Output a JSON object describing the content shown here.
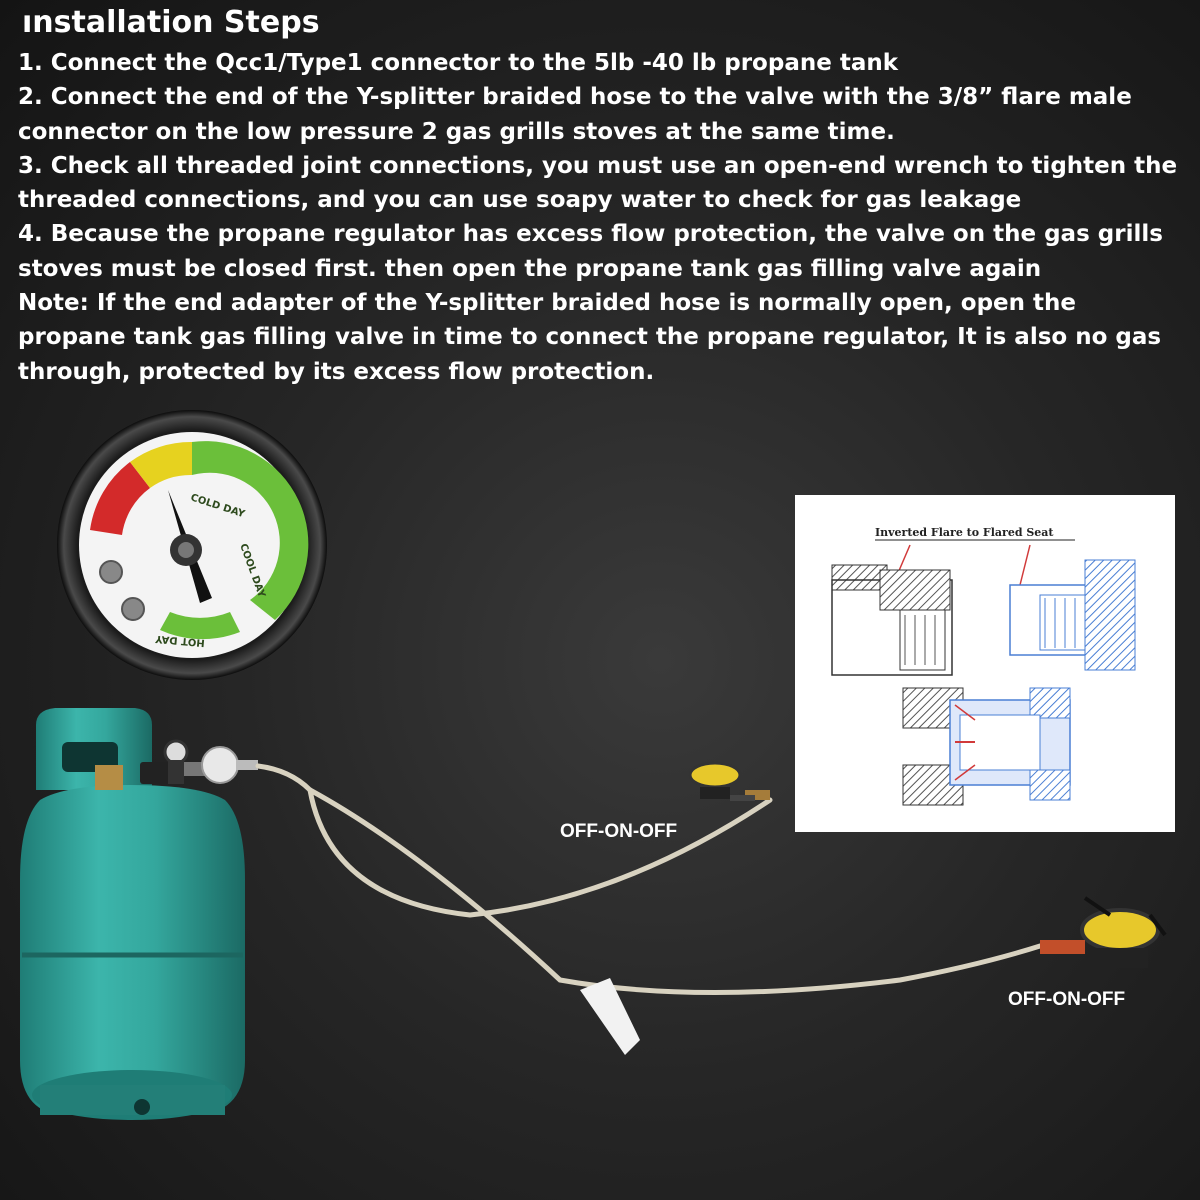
{
  "heading": "ınstallation Steps",
  "lines": [
    "1. Connect the Qcc1/Type1 connector to the 5lb -40 lb propane tank",
    "2. Connect the end of the Y-splitter braided hose to the valve with the 3/8”  flare male",
    "connector on the low pressure 2 gas grills stoves at the same time.",
    "3. Check all threaded joint connections, you must use an open-end wrench to tighten the",
    "threaded connections, and you can use soapy water to check for gas leakage",
    "4. Because the propane regulator has excess flow protection, the valve on the gas grills",
    "stoves must be closed first. then open the  propane tank gas filling valve again",
    "Note: If the end adapter of the Y-splitter braided hose is normally open, open the",
    "propane tank gas filling valve in time to connect the propane regulator, It is also no gas",
    "through, protected by its excess flow protection."
  ],
  "gauge": {
    "zones": [
      "COLD DAY",
      "COOL DAY",
      "HOT DAY"
    ]
  },
  "diagram": {
    "title": "Inverted Flare to Flared Seat"
  },
  "valve_labels": [
    "OFF-ON-OFF",
    "OFF-ON-OFF"
  ],
  "colors": {
    "background": "#222222",
    "tank": "#2fa39a",
    "gauge_red": "#d32a2a",
    "gauge_yellow": "#e6d21f",
    "gauge_green": "#6bbf3a",
    "diagram_blue": "#4a7fd4"
  }
}
